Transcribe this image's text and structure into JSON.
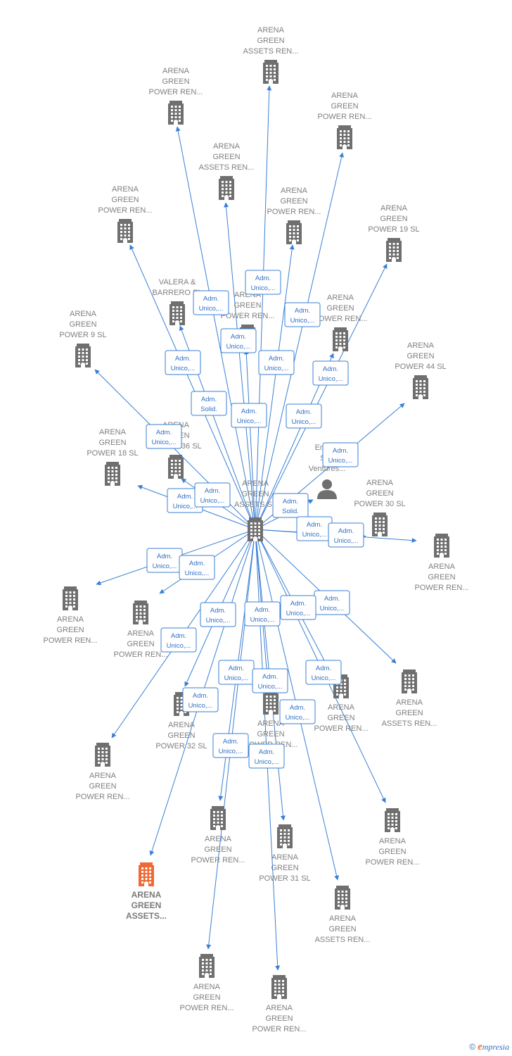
{
  "central": {
    "lines": [
      "ARENA",
      "GREEN",
      "ASSETS  SL"
    ]
  },
  "nodes": [
    {
      "id": "n1",
      "type": "company",
      "lines": [
        "ARENA",
        "GREEN",
        "ASSETS REN..."
      ]
    },
    {
      "id": "n2",
      "type": "company",
      "lines": [
        "ARENA",
        "GREEN",
        "POWER REN..."
      ]
    },
    {
      "id": "n3",
      "type": "company",
      "lines": [
        "ARENA",
        "GREEN",
        "POWER REN..."
      ]
    },
    {
      "id": "n4",
      "type": "company",
      "lines": [
        "ARENA",
        "GREEN",
        "ASSETS REN..."
      ]
    },
    {
      "id": "n5",
      "type": "company",
      "lines": [
        "ARENA",
        "GREEN",
        "POWER REN..."
      ]
    },
    {
      "id": "n6",
      "type": "company",
      "lines": [
        "ARENA",
        "GREEN",
        "POWER REN..."
      ]
    },
    {
      "id": "n7",
      "type": "company",
      "lines": [
        "ARENA",
        "GREEN",
        "POWER 19  SL"
      ]
    },
    {
      "id": "n8",
      "type": "company",
      "lines": [
        "VALERA &",
        "BARRERO  SL"
      ]
    },
    {
      "id": "n9",
      "type": "company",
      "lines": [
        "ARENA",
        "GREEN",
        "POWER REN..."
      ]
    },
    {
      "id": "n10",
      "type": "company",
      "lines": [
        "ARENA",
        "GREEN",
        "POWER REN..."
      ]
    },
    {
      "id": "n11",
      "type": "company",
      "lines": [
        "ARENA",
        "GREEN",
        "POWER 9  SL"
      ]
    },
    {
      "id": "n12",
      "type": "company",
      "lines": [
        "ARENA",
        "GREEN",
        "POWER 44  SL"
      ]
    },
    {
      "id": "n13",
      "type": "company",
      "lines": [
        "ARENA",
        "GREEN",
        "POWER 18  SL"
      ]
    },
    {
      "id": "n14",
      "type": "company",
      "lines": [
        "ARENA",
        "GREEN",
        "POWER 36  SL"
      ]
    },
    {
      "id": "n15",
      "type": "person",
      "lines": [
        "Energy",
        "Sun",
        "Ventures..."
      ]
    },
    {
      "id": "n16",
      "type": "company",
      "lines": [
        "ARENA",
        "GREEN",
        "POWER 30  SL"
      ]
    },
    {
      "id": "n17",
      "type": "company",
      "lines": [
        "ARENA",
        "GREEN",
        "POWER REN..."
      ]
    },
    {
      "id": "n18",
      "type": "company",
      "lines": [
        "ARENA",
        "GREEN",
        "POWER REN..."
      ]
    },
    {
      "id": "n19",
      "type": "company",
      "lines": [
        "ARENA",
        "GREEN",
        "POWER REN..."
      ]
    },
    {
      "id": "n20",
      "type": "company",
      "lines": [
        "ARENA",
        "GREEN",
        "ASSETS REN..."
      ]
    },
    {
      "id": "n21",
      "type": "company",
      "lines": [
        "ARENA",
        "GREEN",
        "POWER 32  SL"
      ]
    },
    {
      "id": "n22",
      "type": "company",
      "lines": [
        "ARENA",
        "GREEN",
        "POWER REN..."
      ]
    },
    {
      "id": "n23",
      "type": "company",
      "lines": [
        "ARENA",
        "GREEN",
        "POWER REN..."
      ]
    },
    {
      "id": "n24",
      "type": "company",
      "lines": [
        "ARENA",
        "GREEN",
        "POWER REN..."
      ]
    },
    {
      "id": "n25",
      "type": "company",
      "lines": [
        "ARENA",
        "GREEN",
        "POWER REN..."
      ]
    },
    {
      "id": "n26",
      "type": "company",
      "lines": [
        "ARENA",
        "GREEN",
        "POWER 31  SL"
      ]
    },
    {
      "id": "n27",
      "type": "company",
      "lines": [
        "ARENA",
        "GREEN",
        "POWER REN..."
      ]
    },
    {
      "id": "n28",
      "type": "company",
      "highlight": true,
      "lines": [
        "ARENA",
        "GREEN",
        "ASSETS..."
      ]
    },
    {
      "id": "n29",
      "type": "company",
      "lines": [
        "ARENA",
        "GREEN",
        "ASSETS REN..."
      ]
    },
    {
      "id": "n30",
      "type": "company",
      "lines": [
        "ARENA",
        "GREEN",
        "POWER REN..."
      ]
    },
    {
      "id": "n31",
      "type": "company",
      "lines": [
        "ARENA",
        "GREEN",
        "POWER REN..."
      ]
    }
  ],
  "edges": [
    {
      "to": "n1",
      "lines": [
        "Adm.",
        "Unico,..."
      ]
    },
    {
      "to": "n2",
      "lines": [
        "Adm.",
        "Unico,..."
      ]
    },
    {
      "to": "n3",
      "lines": [
        "Adm.",
        "Unico,..."
      ]
    },
    {
      "to": "n4",
      "lines": [
        "Adm.",
        "Unico,..."
      ]
    },
    {
      "to": "n5",
      "lines": [
        "Adm.",
        "Unico,..."
      ]
    },
    {
      "to": "n6",
      "lines": [
        "Adm.",
        "Unico,..."
      ]
    },
    {
      "to": "n7",
      "lines": [
        "Adm.",
        "Unico,..."
      ]
    },
    {
      "to": "n8",
      "lines": [
        "Adm.",
        "Solid."
      ]
    },
    {
      "to": "n9",
      "lines": [
        "Adm.",
        "Unico,..."
      ]
    },
    {
      "to": "n10",
      "lines": [
        "Adm.",
        "Unico,..."
      ]
    },
    {
      "to": "n11",
      "lines": [
        "Adm.",
        "Unico,..."
      ]
    },
    {
      "to": "n12",
      "lines": [
        "Adm.",
        "Unico,..."
      ]
    },
    {
      "to": "n13",
      "lines": [
        "Adm.",
        "Unico,..."
      ]
    },
    {
      "to": "n14",
      "lines": [
        "Adm.",
        "Unico,..."
      ]
    },
    {
      "to": "n15",
      "lines": [
        "Adm.",
        "Solid."
      ]
    },
    {
      "to": "n16",
      "lines": [
        "Adm.",
        "Unico,..."
      ]
    },
    {
      "to": "n17",
      "lines": [
        "Adm.",
        "Unico,..."
      ]
    },
    {
      "to": "n18",
      "lines": [
        "Adm.",
        "Unico,..."
      ]
    },
    {
      "to": "n19",
      "lines": [
        "Adm.",
        "Unico,..."
      ]
    },
    {
      "to": "n20",
      "lines": [
        "Adm.",
        "Unico,..."
      ]
    },
    {
      "to": "n21",
      "lines": [
        "Adm.",
        "Unico,..."
      ]
    },
    {
      "to": "n22",
      "lines": [
        "Adm.",
        "Unico,..."
      ]
    },
    {
      "to": "n23",
      "lines": [
        "Adm.",
        "Unico,..."
      ]
    },
    {
      "to": "n24",
      "lines": [
        "Adm.",
        "Unico,..."
      ]
    },
    {
      "to": "n25",
      "lines": [
        "Adm.",
        "Unico,..."
      ]
    },
    {
      "to": "n26",
      "lines": [
        "Adm.",
        "Unico,..."
      ]
    },
    {
      "to": "n27",
      "lines": [
        "Adm.",
        "Unico,..."
      ]
    },
    {
      "to": "n28",
      "lines": [
        "Adm.",
        "Unico,..."
      ]
    },
    {
      "to": "n29",
      "lines": [
        "Adm.",
        "Unico,..."
      ]
    },
    {
      "to": "n30",
      "lines": [
        "Adm.",
        "Unico,..."
      ]
    },
    {
      "to": "n31",
      "lines": [
        "Adm.",
        "Unico,..."
      ]
    }
  ],
  "colors": {
    "edge": "#3a7fd5",
    "node_icon": "#6f6f6f",
    "highlight_icon": "#ef6a35",
    "label": "#808080"
  },
  "brand": {
    "symbol": "©",
    "e": "e",
    "rest": "mpresia"
  }
}
